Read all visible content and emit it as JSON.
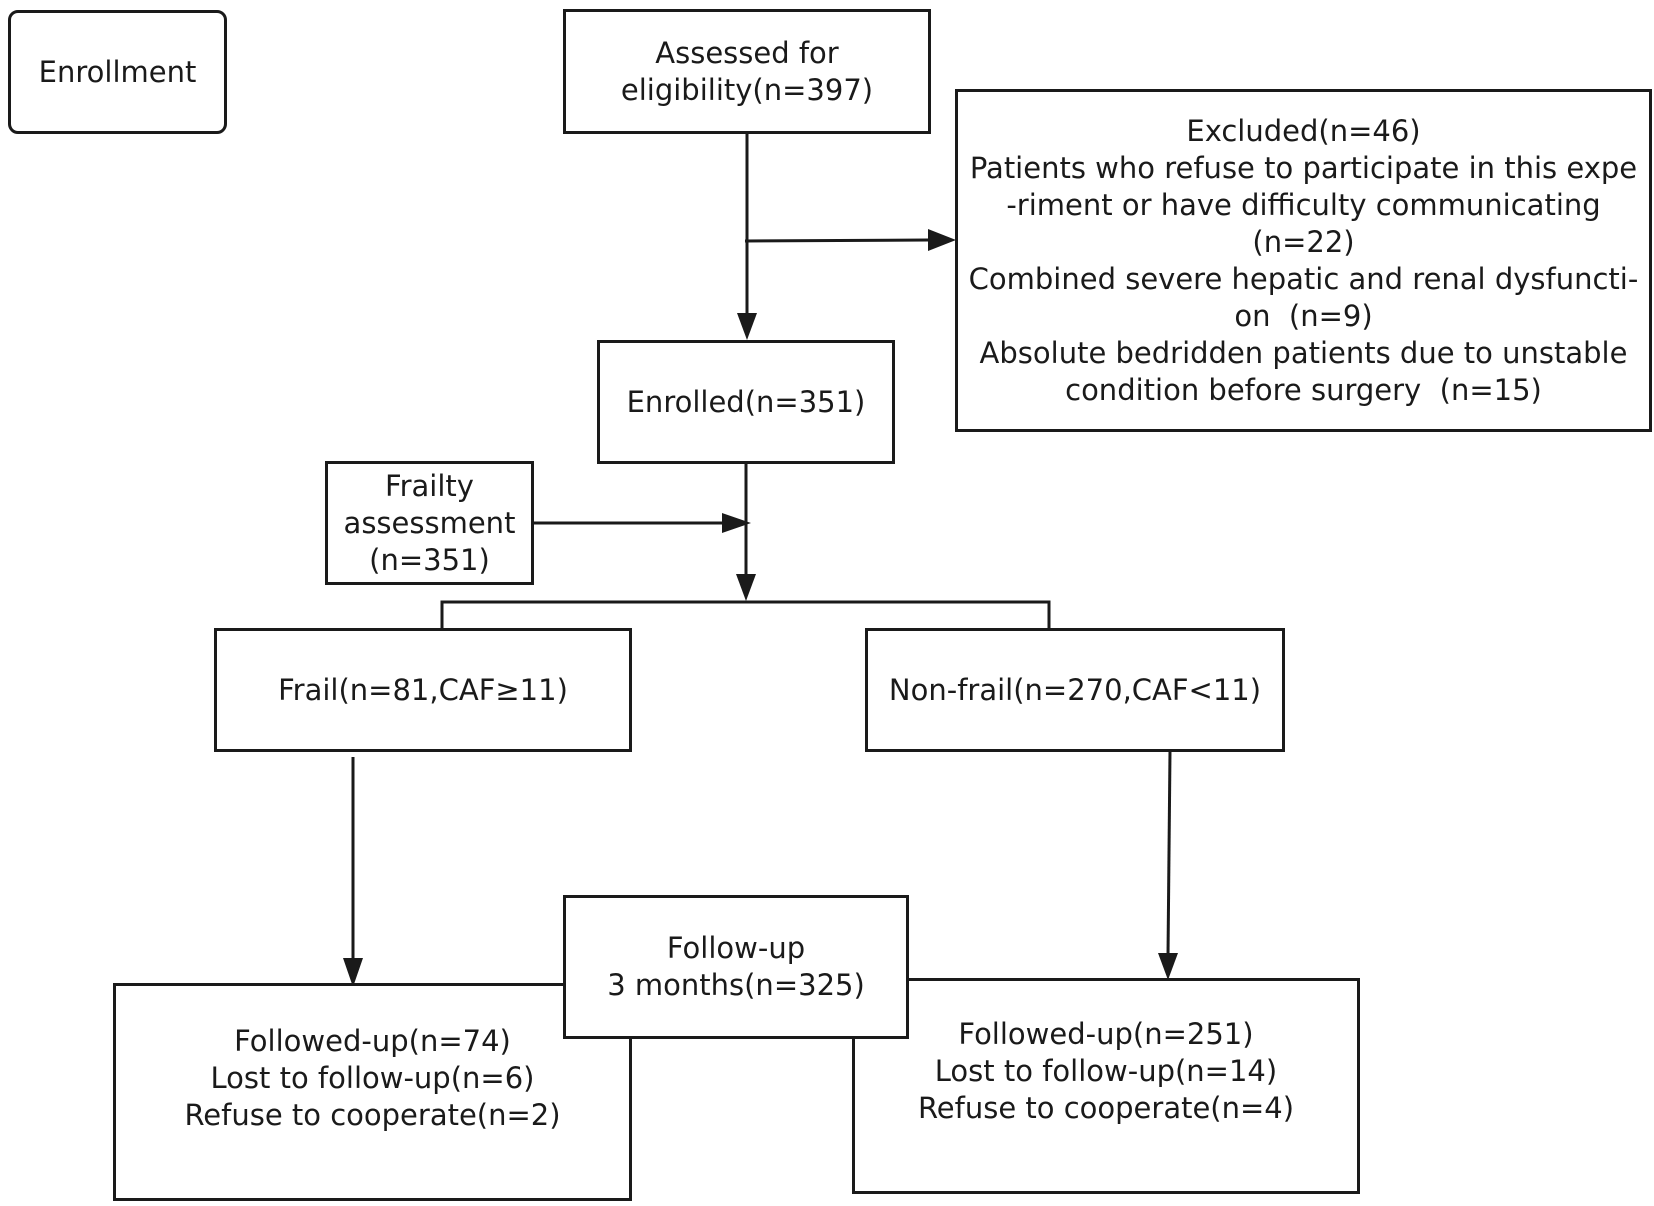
{
  "stage_label": "Enrollment",
  "assessed": {
    "lines": [
      "Assessed for",
      "eligibility(n=397)"
    ]
  },
  "excluded": {
    "lines": [
      "Excluded(n=46)",
      "Patients who refuse to participate in this expe",
      "-riment or have difficulty communicating",
      "(n=22)",
      "Combined severe hepatic and renal dysfuncti-",
      "on  (n=9)",
      "Absolute bedridden patients due to unstable",
      "condition before surgery  (n=15)"
    ]
  },
  "enrolled": {
    "label": "Enrolled(n=351)"
  },
  "frailty_assessment": {
    "lines": [
      "Frailty",
      "assessment",
      "(n=351)"
    ]
  },
  "frail": {
    "label": "Frail(n=81,CAF≥11)"
  },
  "non_frail": {
    "label": "Non-frail(n=270,CAF<11)"
  },
  "follow_up": {
    "lines": [
      "Follow-up",
      "3 months(n=325)"
    ]
  },
  "frail_outcome": {
    "lines": [
      "Followed-up(n=74)",
      "Lost to follow-up(n=6)",
      "Refuse to cooperate(n=2)"
    ]
  },
  "non_frail_outcome": {
    "lines": [
      "Followed-up(n=251)",
      "Lost to follow-up(n=14)",
      "Refuse to cooperate(n=4)"
    ]
  },
  "colors": {
    "line": "#1a1a1a",
    "background": "#ffffff"
  }
}
